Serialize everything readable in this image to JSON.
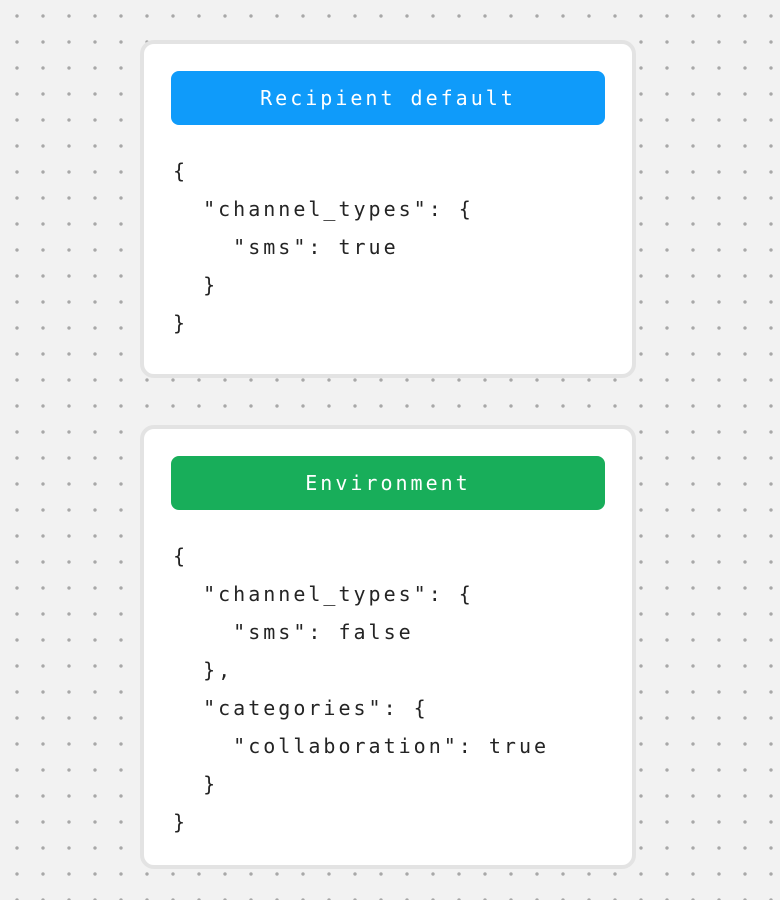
{
  "background": {
    "color": "#f2f2f2",
    "dot_color": "#a8a8a8"
  },
  "cards": [
    {
      "title": "Recipient default",
      "title_bg": "#0f9bfa",
      "code": "{\n  \"channel_types\": {\n    \"sms\": true\n  }\n}"
    },
    {
      "title": "Environment",
      "title_bg": "#18ae5a",
      "code": "{\n  \"channel_types\": {\n    \"sms\": false\n  },\n  \"categories\": {\n    \"collaboration\": true\n  }\n}"
    }
  ]
}
